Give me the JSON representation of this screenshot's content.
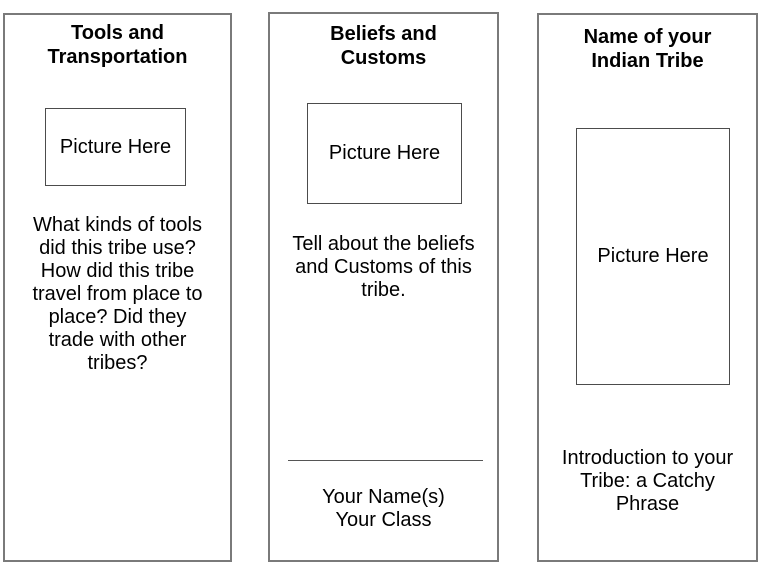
{
  "document": {
    "kind": "tri-fold brochure template"
  },
  "colors": {
    "background": "#ffffff",
    "panel_border": "#7a7a7a",
    "picture_box_border": "#4c4c4c",
    "divider": "#555555",
    "text": "#000000"
  },
  "panels": [
    {
      "title_lines": [
        "Tools and",
        "Transportation"
      ],
      "picture_placeholder": "Picture Here",
      "body_lines": [
        "What kinds of tools",
        "did this tribe use?",
        "How did this tribe",
        "travel from place to",
        "place? Did they",
        "trade with other",
        "tribes?"
      ]
    },
    {
      "title_lines": [
        "Beliefs and",
        "Customs"
      ],
      "picture_placeholder": "Picture Here",
      "body_lines": [
        "Tell about the beliefs",
        "and Customs of this",
        "tribe."
      ],
      "byline_lines": [
        "Your Name(s)",
        "Your Class"
      ]
    },
    {
      "title_lines": [
        "Name of your",
        "Indian Tribe"
      ],
      "picture_placeholder": "Picture Here",
      "body_lines": [
        "Introduction to your",
        "Tribe: a Catchy",
        "Phrase"
      ]
    }
  ]
}
